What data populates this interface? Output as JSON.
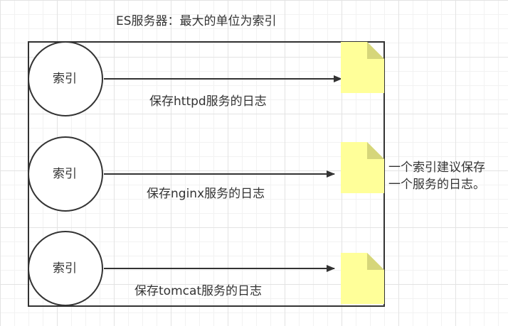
{
  "title": "ES服务器：最大的单位为索引",
  "rows": [
    {
      "circle_label": "索引",
      "arrow_label": "保存httpd服务的日志"
    },
    {
      "circle_label": "索引",
      "arrow_label": "保存nginx服务的日志"
    },
    {
      "circle_label": "索引",
      "arrow_label": "保存tomcat服务的日志"
    }
  ],
  "note": {
    "line1": "一个索引建议保存",
    "line2": "一个服务的日志。"
  },
  "colors": {
    "stroke": "#333333",
    "document_fill": "#ffff99",
    "document_fold": "#d6d67a",
    "background": "#ffffff",
    "grid": "#e3e3e3"
  },
  "icons": [
    "circle-index-node",
    "document-icon",
    "arrow"
  ]
}
